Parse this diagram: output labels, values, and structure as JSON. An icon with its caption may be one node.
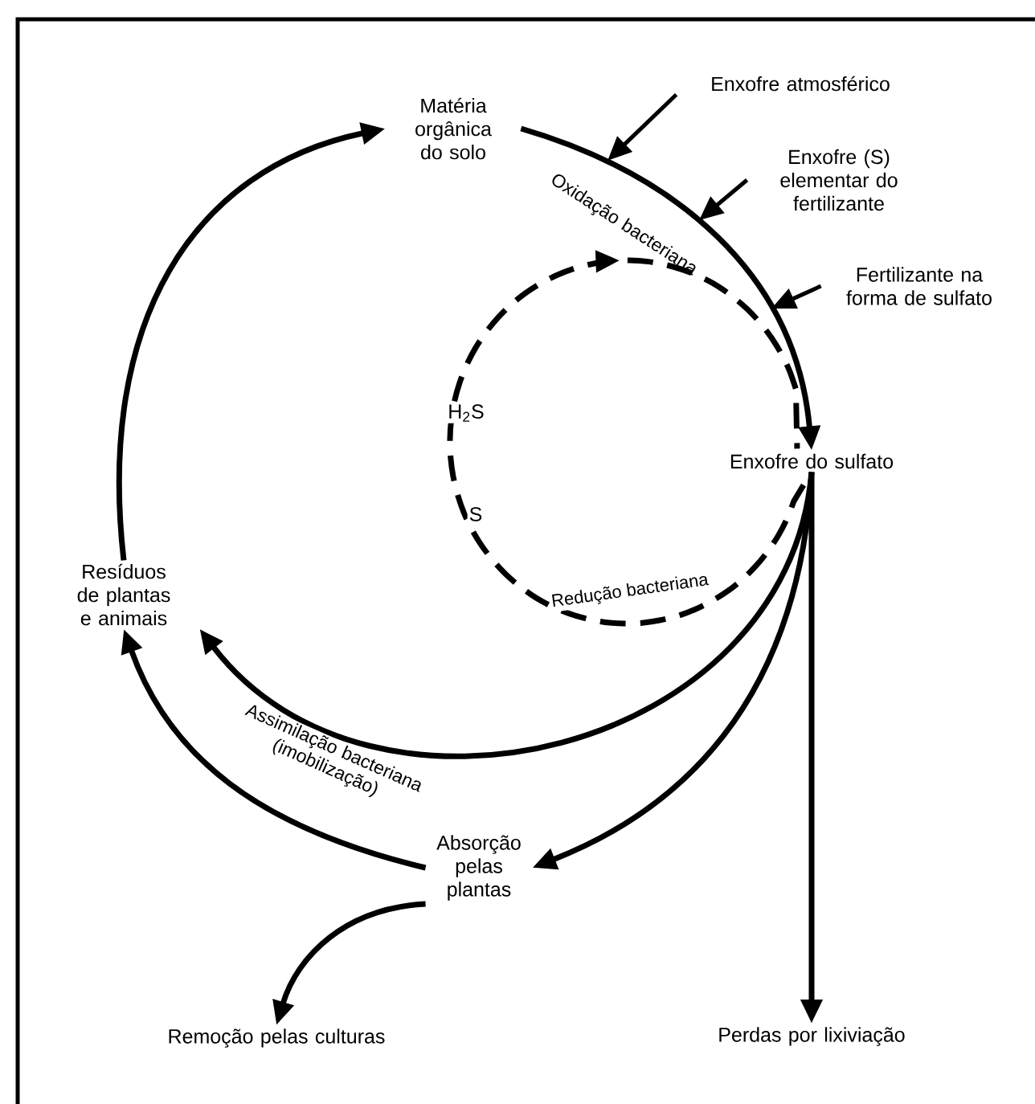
{
  "diagram": {
    "nodes": [
      {
        "text": [
          "Matéria orgânica do solo"
        ]
      },
      {
        "text": [
          "Enxofre atmosférico"
        ]
      },
      {
        "text": [
          "Enxofre (S) elementar do fertilizante"
        ]
      },
      {
        "text": [
          "Fertilizante na forma de sulfato"
        ]
      },
      {
        "text": [
          "Enxofre do sulfato"
        ]
      },
      {
        "text": [
          "Resíduos de plantas e animais"
        ]
      },
      {
        "text": [
          "Absorção pelas plantas"
        ]
      },
      {
        "text": [
          "Remoção pelas culturas"
        ]
      },
      {
        "text": [
          "Perdas por lixiviação"
        ]
      }
    ],
    "edges": [
      {
        "from": 5,
        "to": 0,
        "arrow": "to"
      },
      {
        "from": 0,
        "to": 4,
        "arrow": "to",
        "label": "Oxidação bacteriana"
      },
      {
        "from": 1,
        "to": null,
        "arrow": "to"
      },
      {
        "from": 2,
        "to": null,
        "arrow": "to"
      },
      {
        "from": 3,
        "to": null,
        "arrow": "to"
      },
      {
        "from": 4,
        "to": 4,
        "arrow": "to",
        "style": "dashed",
        "label": "Redução bacteriana"
      },
      {
        "from": 4,
        "to": 5,
        "arrow": "to",
        "label": "Assimilação bacteriana (imobilização)"
      },
      {
        "from": 6,
        "to": 5,
        "arrow": "to"
      },
      {
        "from": 4,
        "to": 6,
        "arrow": "to"
      },
      {
        "from": 6,
        "to": 7,
        "arrow": "to"
      },
      {
        "from": 4,
        "to": 8,
        "arrow": "to"
      }
    ],
    "labels": [
      "H$_{2}$S",
      "S"
    ]
  }
}
